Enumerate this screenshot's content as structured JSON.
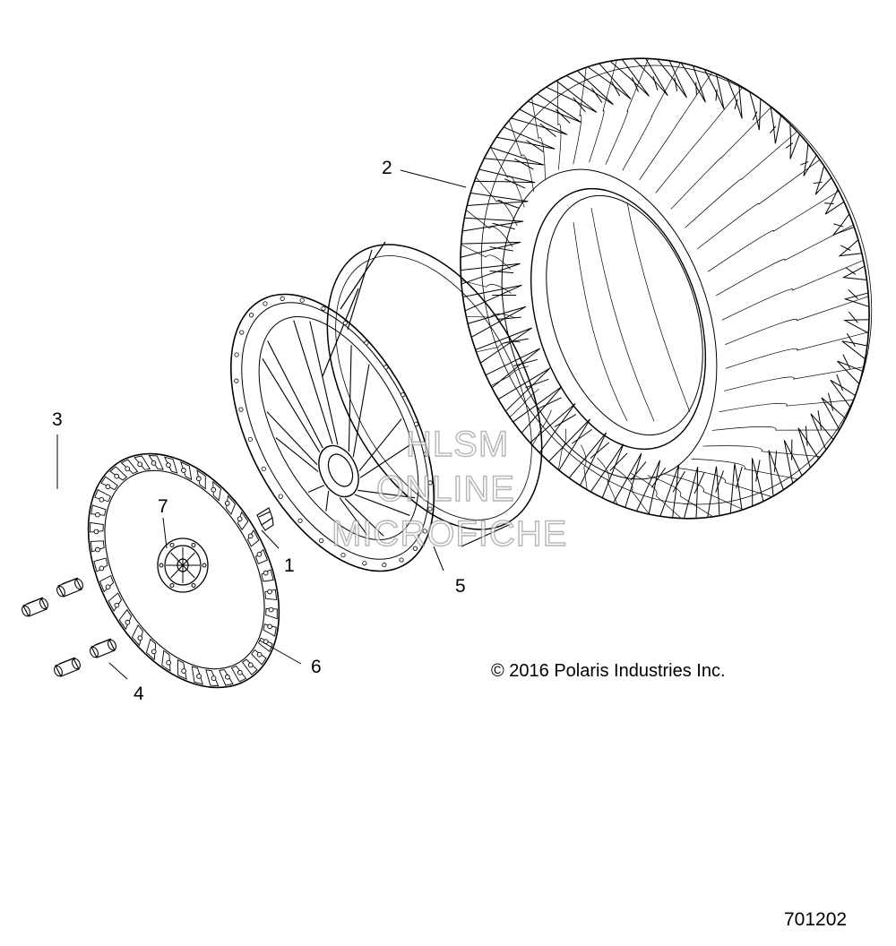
{
  "callouts": {
    "c1": "1",
    "c2": "2",
    "c3": "3",
    "c4": "4",
    "c5": "5",
    "c6": "6",
    "c7": "7"
  },
  "copyright": "© 2016 Polaris Industries Inc.",
  "drawing_number": "701202",
  "watermark": [
    "HLSM",
    "ONLINE",
    "MICROFICHE"
  ]
}
